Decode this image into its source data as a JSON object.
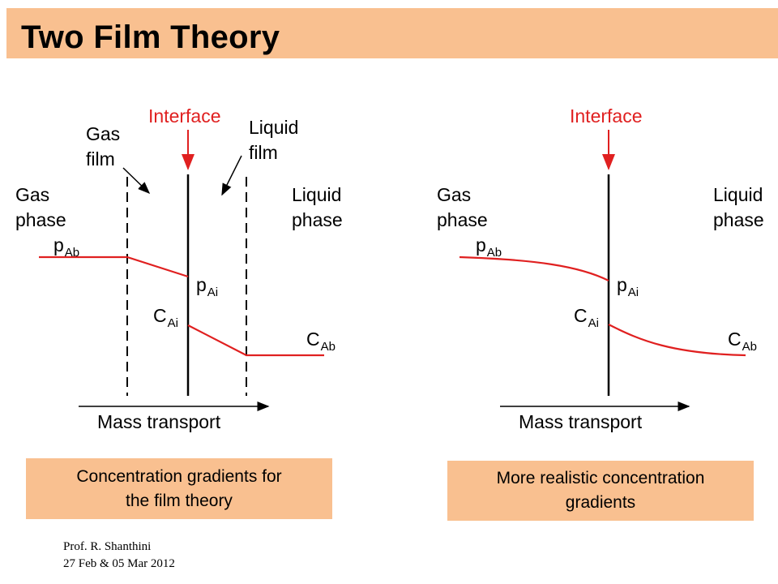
{
  "title": "Two Film Theory",
  "left_panel": {
    "interface": "Interface",
    "gas_film": [
      "Gas",
      "film"
    ],
    "liquid_film": [
      "Liquid",
      "film"
    ],
    "gas_phase": [
      "Gas",
      "phase"
    ],
    "liquid_phase": [
      "Liquid",
      "phase"
    ],
    "p_Ab": {
      "base": "p",
      "sub": "Ab"
    },
    "p_Ai": {
      "base": "p",
      "sub": "Ai"
    },
    "C_Ai": {
      "base": "C",
      "sub": "Ai"
    },
    "C_Ab": {
      "base": "C",
      "sub": "Ab"
    },
    "mass_transport": "Mass transport",
    "caption": [
      "Concentration gradients for",
      "the film theory"
    ]
  },
  "right_panel": {
    "interface": "Interface",
    "gas_phase": [
      "Gas",
      "phase"
    ],
    "liquid_phase": [
      "Liquid",
      "phase"
    ],
    "p_Ab": {
      "base": "p",
      "sub": "Ab"
    },
    "p_Ai": {
      "base": "p",
      "sub": "Ai"
    },
    "C_Ai": {
      "base": "C",
      "sub": "Ai"
    },
    "C_Ab": {
      "base": "C",
      "sub": "Ab"
    },
    "mass_transport": "Mass transport",
    "caption": [
      "More realistic concentration",
      "gradients"
    ]
  },
  "footer": [
    "Prof. R. Shanthini",
    "27 Feb & 05 Mar 2012"
  ],
  "colors": {
    "accent": "#f9c090",
    "curve": "#e02020",
    "line": "#000000"
  }
}
